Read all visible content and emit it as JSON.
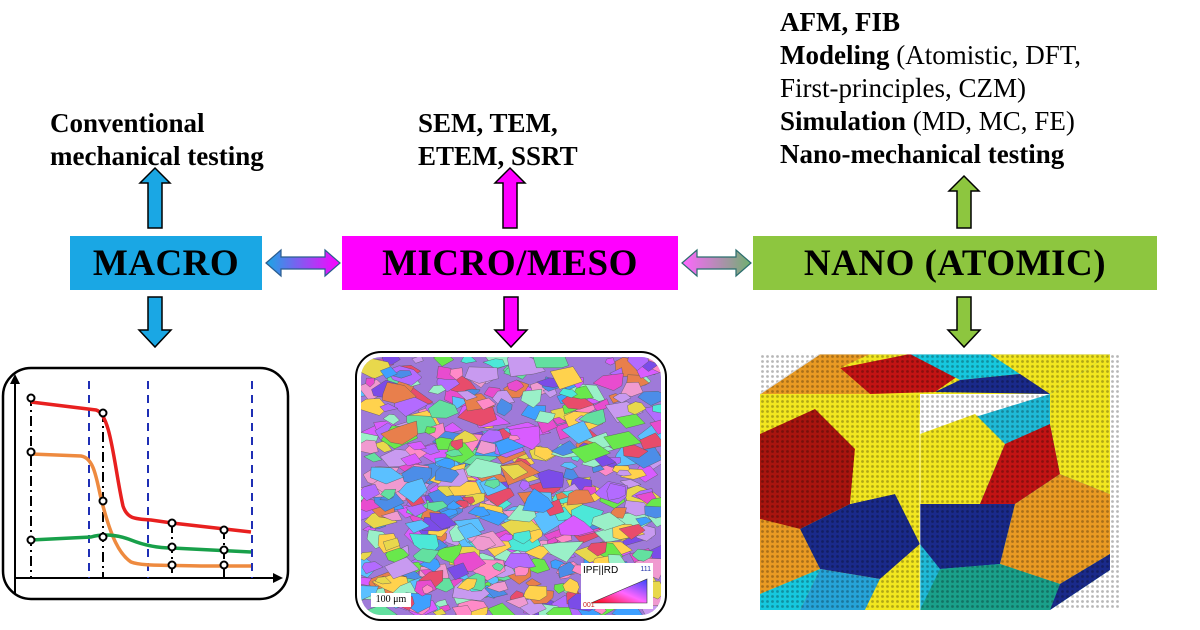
{
  "labels": {
    "macro_methods": [
      "Conventional",
      "mechanical testing"
    ],
    "micro_methods": [
      "SEM, TEM,",
      "ETEM, SSRT"
    ],
    "nano_methods": [
      {
        "bold": "AFM, FIB",
        "normal": ""
      },
      {
        "bold": "Modeling",
        "normal": " (Atomistic, DFT,"
      },
      {
        "bold": "",
        "normal": "First-principles, CZM)"
      },
      {
        "bold": "Simulation",
        "normal": " (MD, MC, FE)"
      },
      {
        "bold": "Nano-mechanical testing",
        "normal": ""
      }
    ]
  },
  "scales": {
    "macro": "MACRO",
    "micro": "MICRO/MESO",
    "nano": "NANO (ATOMIC)"
  },
  "colors": {
    "macro": "#1aa7e4",
    "micro": "#ff00ff",
    "nano": "#8dc63f"
  },
  "micro_image": {
    "legend": "IPF||RD",
    "legend_111": "111",
    "legend_001": "001",
    "scale_bar": "100 μm"
  }
}
